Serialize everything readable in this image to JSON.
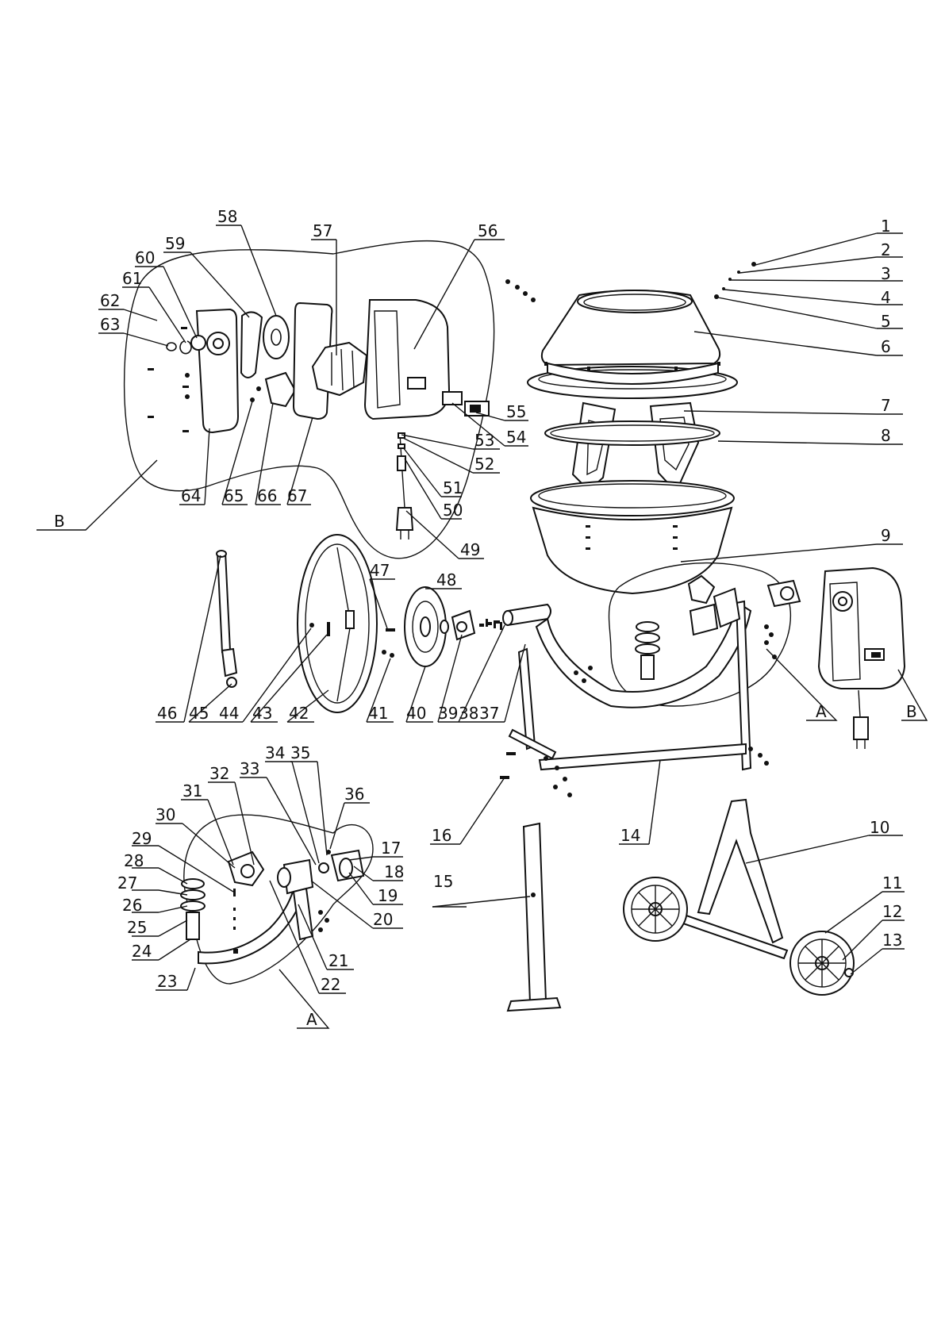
{
  "diagram": {
    "callouts": {
      "c1": "1",
      "c2": "2",
      "c3": "3",
      "c4": "4",
      "c5": "5",
      "c6": "6",
      "c7": "7",
      "c8": "8",
      "c9": "9",
      "c10": "10",
      "c11": "11",
      "c12": "12",
      "c13": "13",
      "c14": "14",
      "c15": "15",
      "c16": "16",
      "c17": "17",
      "c18": "18",
      "c19": "19",
      "c20": "20",
      "c21": "21",
      "c22": "22",
      "c23": "23",
      "c24": "24",
      "c25": "25",
      "c26": "26",
      "c27": "27",
      "c28": "28",
      "c29": "29",
      "c30": "30",
      "c31": "31",
      "c32": "32",
      "c33": "33",
      "c34": "34",
      "c35": "35",
      "c36": "36",
      "c37": "37",
      "c38": "38",
      "c39": "39",
      "c40": "40",
      "c41": "41",
      "c42": "42",
      "c43": "43",
      "c44": "44",
      "c45": "45",
      "c46": "46",
      "c47": "47",
      "c48": "48",
      "c49": "49",
      "c50": "50",
      "c51": "51",
      "c52": "52",
      "c53": "53",
      "c54": "54",
      "c55": "55",
      "c56": "56",
      "c57": "57",
      "c58": "58",
      "c59": "59",
      "c60": "60",
      "c61": "61",
      "c62": "62",
      "c63": "63",
      "c64": "64",
      "c65": "65",
      "c66": "66",
      "c67": "67"
    },
    "detail_refs": {
      "b_left": "B",
      "a_main": "A",
      "b_main": "B",
      "a_detail": "A"
    }
  }
}
